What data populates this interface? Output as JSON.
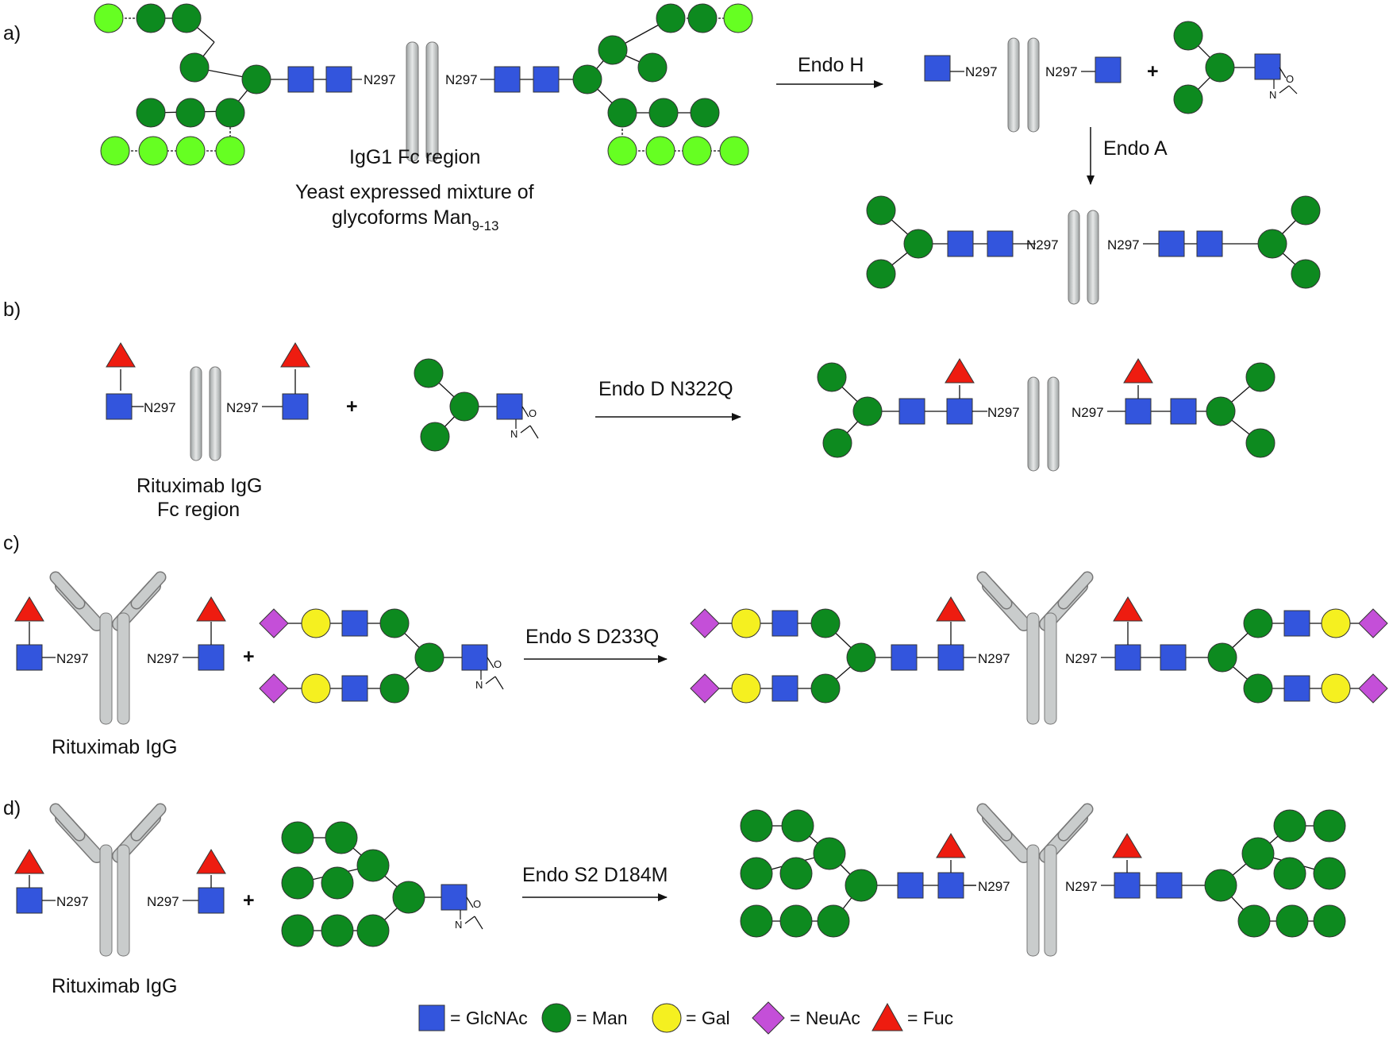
{
  "panels": {
    "a": {
      "label": "a)",
      "protein_label": "IgG1 Fc region",
      "caption_line1": "Yeast expressed mixture of",
      "caption_line2": "glycoforms Man",
      "caption_subscript": "9-13",
      "enzyme1": "Endo H",
      "enzyme2": "Endo A"
    },
    "b": {
      "label": "b)",
      "protein_line1": "Rituximab IgG",
      "protein_line2": "Fc region",
      "enzyme": "Endo D N322Q"
    },
    "c": {
      "label": "c)",
      "protein_label": "Rituximab IgG",
      "enzyme": "Endo S D233Q"
    },
    "d": {
      "label": "d)",
      "protein_label": "Rituximab IgG",
      "enzyme": "Endo S2 D184M"
    }
  },
  "common": {
    "residue": "N297",
    "plus": "+",
    "oxazoline_O": "O",
    "oxazoline_N": "N"
  },
  "legend": [
    {
      "shape": "square",
      "color": "#3355dd",
      "label": "= GlcNAc"
    },
    {
      "shape": "circle",
      "color": "#0d8a1f",
      "label": "= Man"
    },
    {
      "shape": "circle",
      "color": "#f5f020",
      "label": "= Gal"
    },
    {
      "shape": "diamond",
      "color": "#c44fd8",
      "label": "= NeuAc"
    },
    {
      "shape": "triangle",
      "color": "#ee1c10",
      "label": "= Fuc"
    }
  ],
  "colors": {
    "glcnac": "#3355dd",
    "man": "#0d8a1f",
    "man_light": "#66ff22",
    "gal": "#f5f020",
    "neuac": "#c44fd8",
    "fuc": "#ee1c10",
    "protein": "#c9cccc"
  }
}
